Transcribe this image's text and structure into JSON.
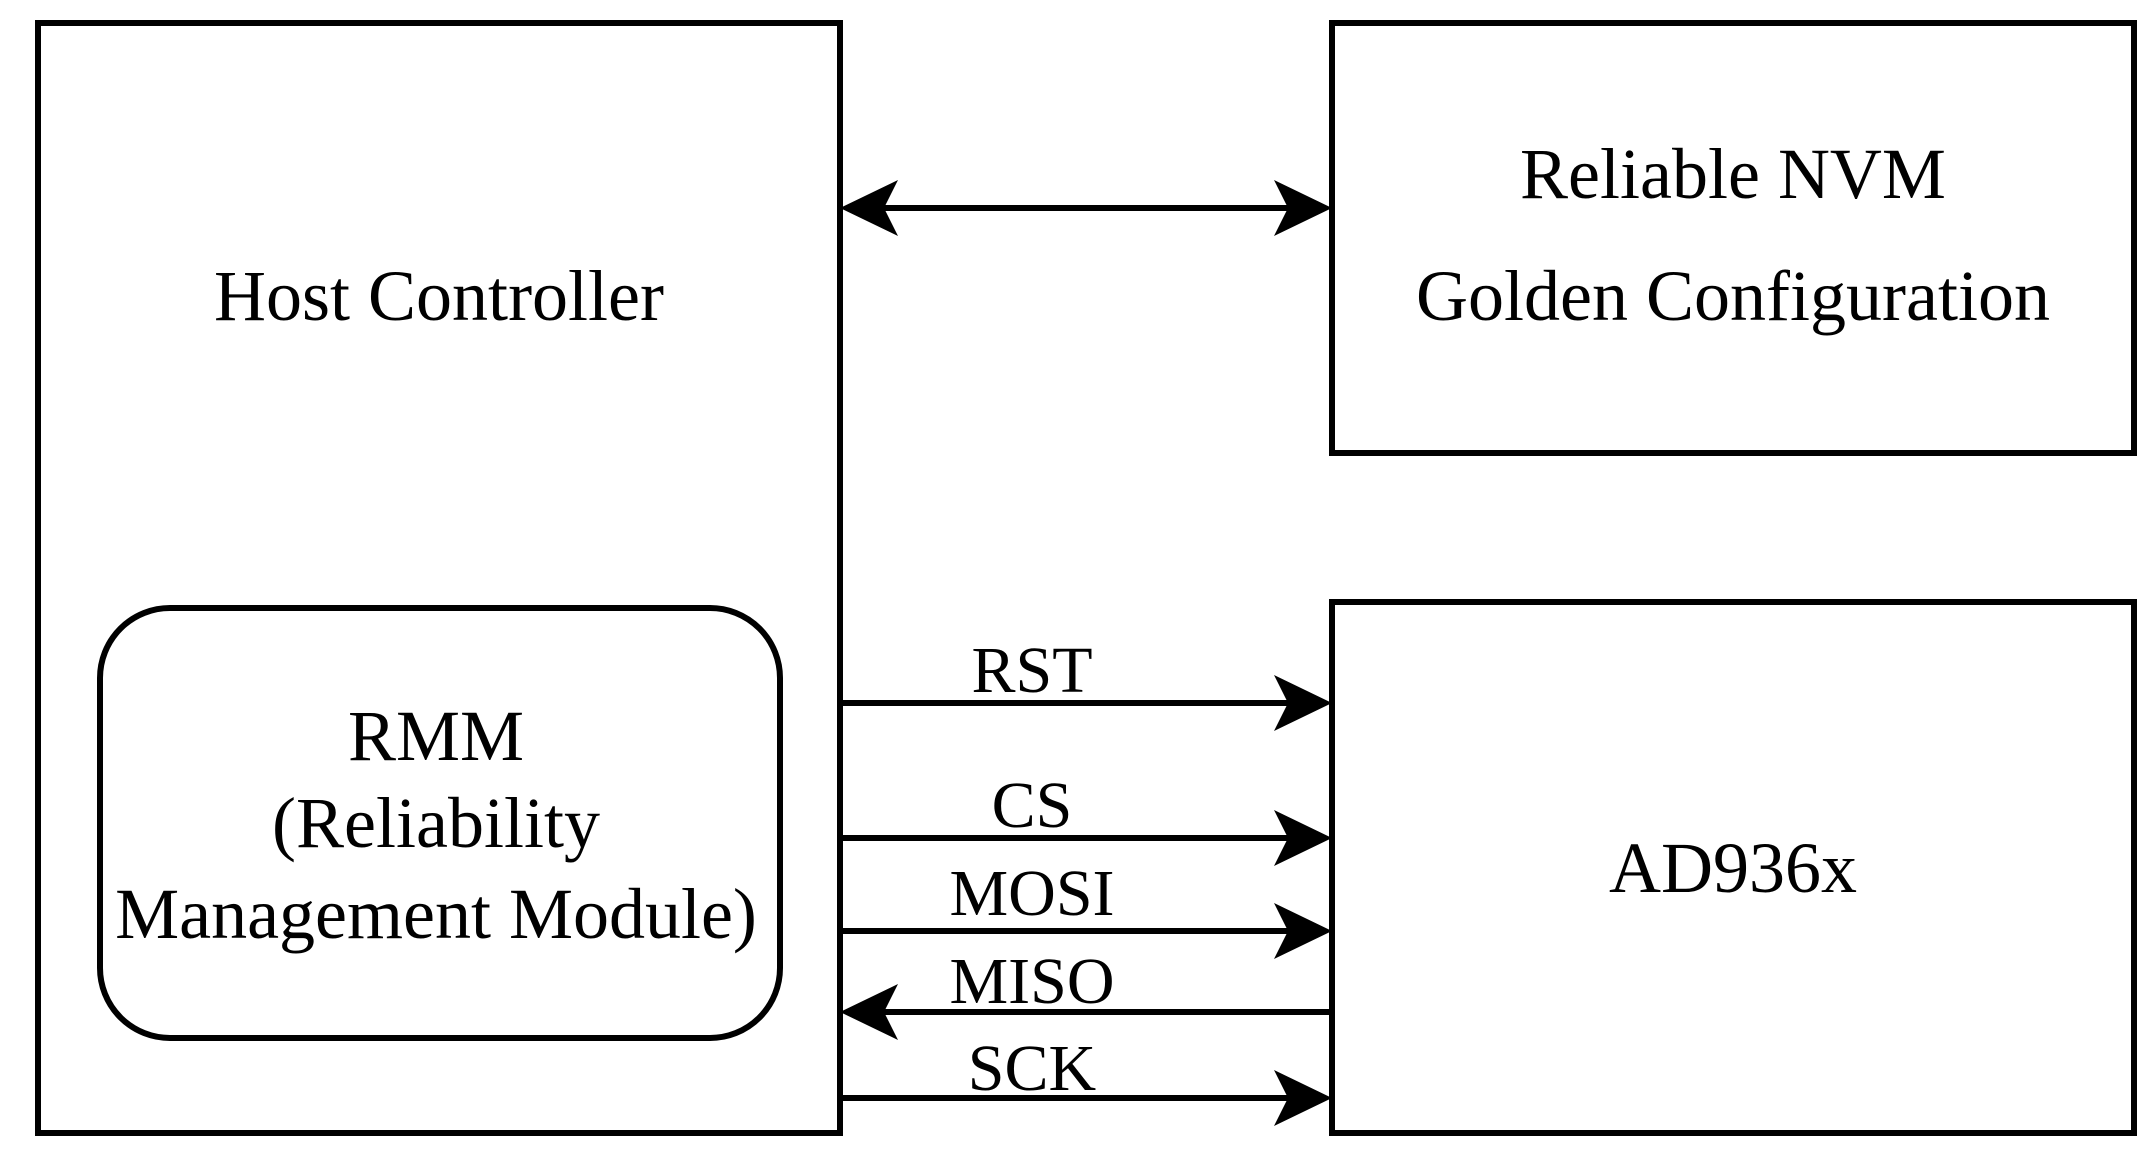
{
  "blocks": {
    "host": {
      "label": "Host Controller"
    },
    "rmm": {
      "line1": "RMM",
      "line2": "(Reliability",
      "line3": "Management Module)"
    },
    "nvm": {
      "line1": "Reliable NVM",
      "line2": "Golden Configuration"
    },
    "ad": {
      "label": "AD936x"
    }
  },
  "signals": {
    "rst": "RST",
    "cs": "CS",
    "mosi": "MOSI",
    "miso": "MISO",
    "sck": "SCK"
  },
  "colors": {
    "stroke": "#000000",
    "background": "#ffffff"
  }
}
